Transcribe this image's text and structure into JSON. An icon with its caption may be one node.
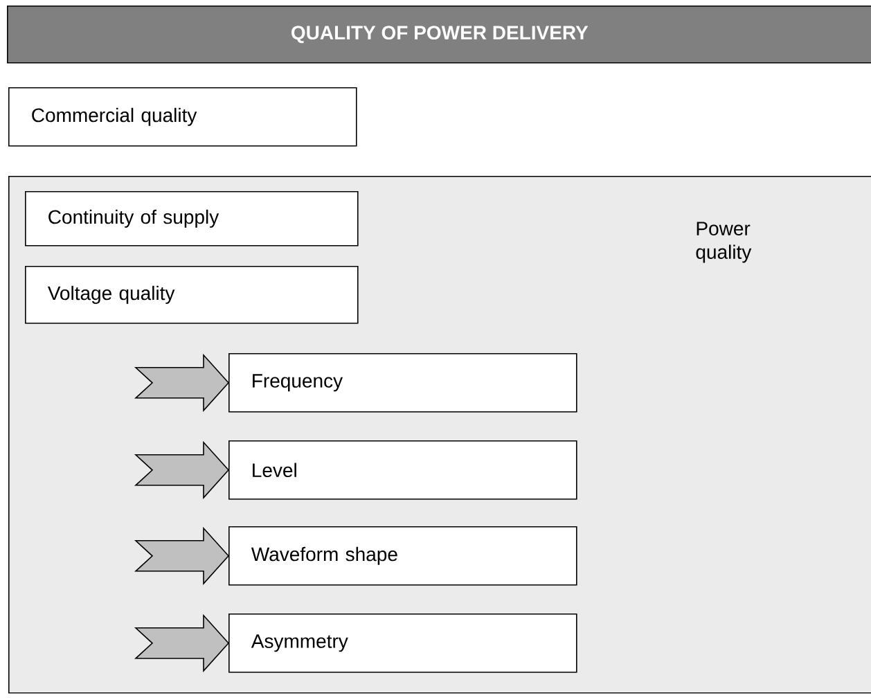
{
  "diagram": {
    "nodes": [
      {
        "text": [
          "QUALITY OF POWER DELIVERY"
        ]
      },
      {
        "text": [
          "Commercial quality"
        ]
      },
      {
        "text": [
          "Power quality"
        ]
      },
      {
        "text": [
          "Continuity of supply"
        ],
        "in": 2
      },
      {
        "text": [
          "Voltage quality"
        ],
        "in": 2
      },
      {
        "text": [
          "Frequency"
        ],
        "in": 2
      },
      {
        "text": [
          "Level"
        ],
        "in": 2
      },
      {
        "text": [
          "Waveform shape"
        ],
        "in": 2
      },
      {
        "text": [
          "Asymmetry"
        ],
        "in": 2
      }
    ],
    "edges": [
      {
        "from": null,
        "to": 5,
        "arrow": "to"
      },
      {
        "from": null,
        "to": 6,
        "arrow": "to"
      },
      {
        "from": null,
        "to": 7,
        "arrow": "to"
      },
      {
        "from": null,
        "to": 8,
        "arrow": "to"
      }
    ]
  }
}
